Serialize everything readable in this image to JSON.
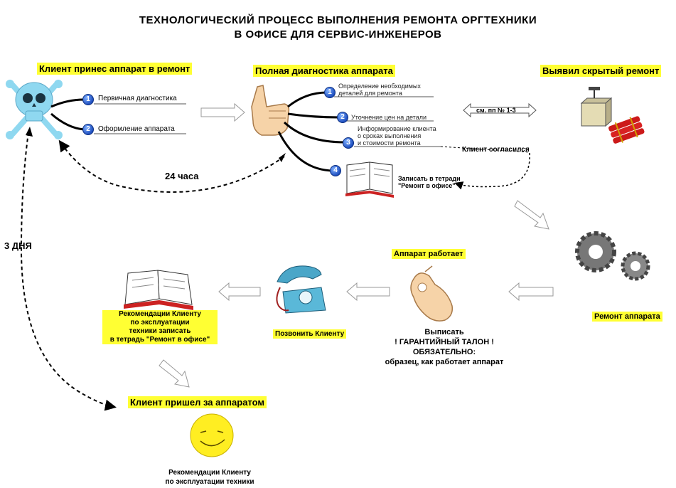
{
  "title": {
    "line1": "ТЕХНОЛОГИЧЕСКИЙ ПРОЦЕСС ВЫПОЛНЕНИЯ  РЕМОНТА ОРГТЕХНИКИ",
    "line2": "В ОФИСЕ   ДЛЯ СЕРВИС-ИНЖЕНЕРОВ"
  },
  "client_brought": {
    "header": "Клиент принес аппарат в ремонт",
    "steps": [
      {
        "num": "1",
        "label": "Первичная диагностика"
      },
      {
        "num": "2",
        "label": "Оформление аппарата"
      }
    ]
  },
  "full_diag": {
    "header": "Полная диагностика аппарата",
    "steps": [
      {
        "num": "1",
        "label_line1": "Определение необходимых",
        "label_line2": "деталей для ремонта"
      },
      {
        "num": "2",
        "label_line1": "Уточнение цен на детали"
      },
      {
        "num": "3",
        "label_line1": "Информирование клиента",
        "label_line2": "о сроках выполнения",
        "label_line3": "и стоимости ремонта"
      },
      {
        "num": "4"
      }
    ],
    "notebook_line1": "Записать в тетради",
    "notebook_line2": "\"Ремонт в офисе\""
  },
  "hidden_repair": {
    "header": "Выявил скрытый ремонт",
    "ref": "см. пп № 1-3"
  },
  "client_agreed": "Клиент согласился",
  "hours_label": "24 часа",
  "days_label": "3 ДНЯ",
  "repair": {
    "label": "Ремонт аппарата"
  },
  "works": {
    "header": "Аппарат  работает",
    "note_line1": "Выписать",
    "note_line2": "! ГАРАНТИЙНЫЙ ТАЛОН !",
    "note_line3": "ОБЯЗАТЕЛЬНО:",
    "note_line4": "образец, как работает аппарат"
  },
  "call": {
    "label": "Позвонить Клиенту"
  },
  "recommend": {
    "line1": "Рекомендации Клиенту",
    "line2": "по эксплуатации",
    "line3": "техники записать",
    "line4": "в тетрадь \"Ремонт в офисе\""
  },
  "client_came": {
    "header": "Клиент пришел за аппаратом",
    "line1": "Рекомендации Клиенту",
    "line2": "по эксплуатации техники"
  }
}
